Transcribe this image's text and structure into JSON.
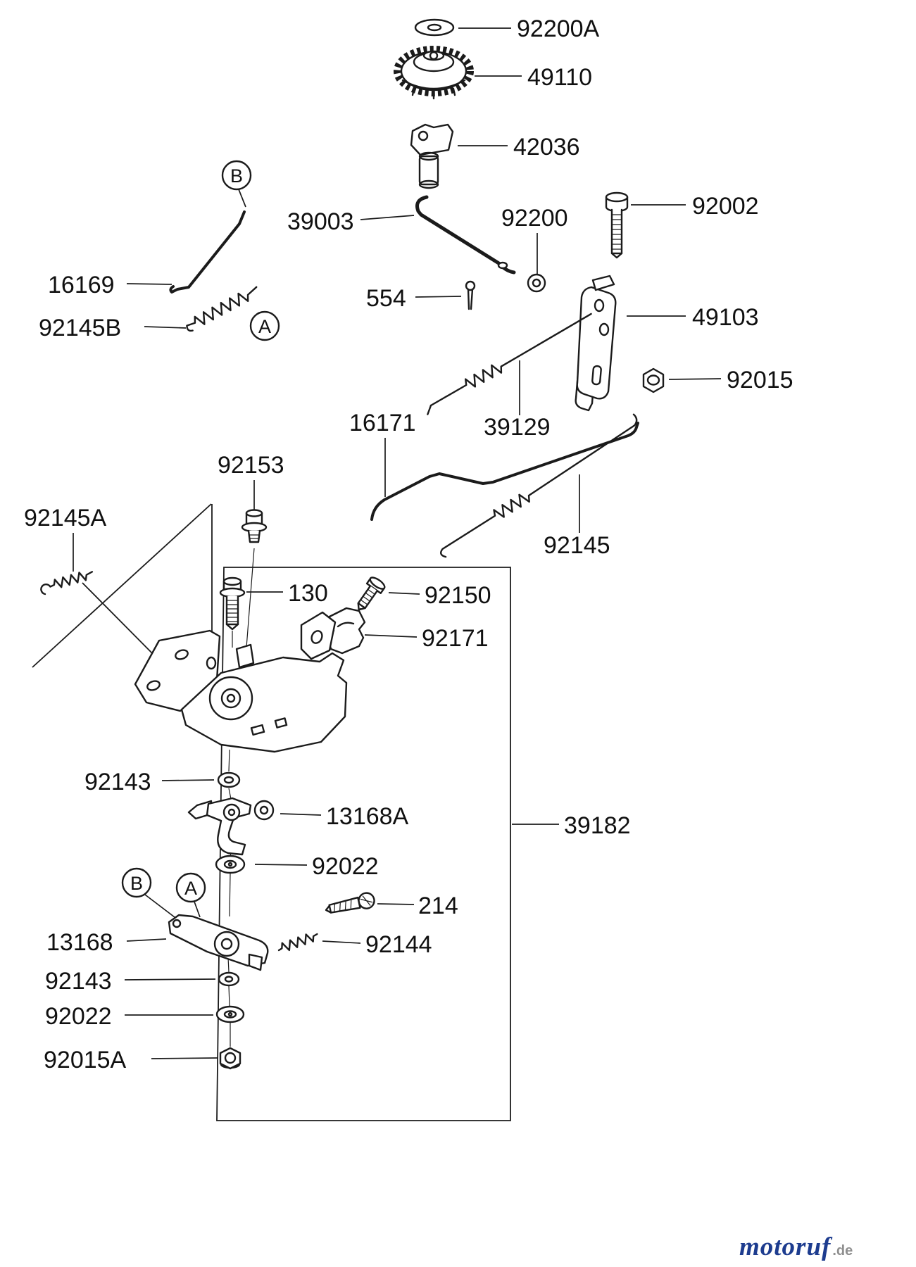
{
  "diagram": {
    "background": "#ffffff",
    "line_color": "#1b1b1b"
  },
  "callouts": {
    "92200A": "92200A",
    "49110": "49110",
    "42036": "42036",
    "39003": "39003",
    "92200": "92200",
    "92002": "92002",
    "16169": "16169",
    "554": "554",
    "92145B": "92145B",
    "49103": "49103",
    "92015": "92015",
    "16171": "16171",
    "39129": "39129",
    "92153": "92153",
    "92145A": "92145A",
    "92145": "92145",
    "130": "130",
    "92150": "92150",
    "92171": "92171",
    "92143": "92143",
    "13168A": "13168A",
    "92022": "92022",
    "39182": "39182",
    "214": "214",
    "13168": "13168",
    "92144": "92144",
    "92015A": "92015A"
  },
  "refs": {
    "a": "A",
    "b": "B"
  },
  "watermark": {
    "brand": "motoruf",
    "suffix": ".de",
    "brand_color": "#1d3c8f"
  }
}
